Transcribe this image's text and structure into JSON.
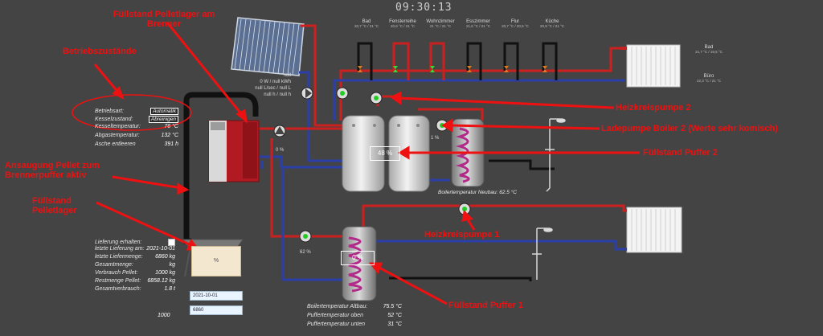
{
  "clock": "09:30:13",
  "rooms": [
    {
      "name": "Bad",
      "temp": "20,7 °C / 21 °C"
    },
    {
      "name": "Fensterreihe",
      "temp": "20,6 °C / 21 °C"
    },
    {
      "name": "Wohnzimmer",
      "temp": "21 °C / 21 °C"
    },
    {
      "name": "Esszimmer",
      "temp": "21,6 °C / 21 °C"
    },
    {
      "name": "Flur",
      "temp": "20,7 °C / 20,5 °C"
    },
    {
      "name": "Küche",
      "temp": "20,9 °C / 21 °C"
    }
  ],
  "right_rooms": [
    {
      "name": "Bad",
      "temp": "21,7 °C / 19,5 °C"
    },
    {
      "name": "Büro",
      "temp": "22,3 °C / 21 °C"
    }
  ],
  "solar": {
    "line1": "null",
    "line2": "0 W / null kWh",
    "line3": "null L/sec / null L",
    "line4": "null h / null h"
  },
  "status": {
    "betriebsart_label": "Betriebsart:",
    "betriebsart_value": "Automatik",
    "kesselzustand_label": "Kesselzustand:",
    "kesselzustand_value": "Abreinigen",
    "kesseltemp_label": "Kesseltemperatur:",
    "kesseltemp_value": "76 °C",
    "abgastemp_label": "Abgastemperatur:",
    "abgastemp_value": "132 °C",
    "asche_label": "Asche entleeren",
    "asche_value": "391 h"
  },
  "pump_pct": {
    "p1": "0 %",
    "p2": "1 %",
    "p3": "62 %"
  },
  "puffer2_level": "48 %",
  "puffer1_level": "0 %",
  "boiler_neubau": "Boilertemperatur Neubau: 62.5 °C",
  "pellet_level": "%",
  "delivery": {
    "rows": [
      {
        "label": "Lieferung erhalten:",
        "value": ""
      },
      {
        "label": "letzte Lieferung am:",
        "value": "2021-10-01"
      },
      {
        "label": "letzte Liefermenge:",
        "value": "6860 kg"
      },
      {
        "label": "Gesamtmenge:",
        "value": "kg"
      },
      {
        "label": "Verbrauch Pellet:",
        "value": "1000 kg"
      },
      {
        "label": "Restmenge Pellet:",
        "value": "6858.12 kg"
      },
      {
        "label": "Gesamtverbrauch:",
        "value": "1.8 t"
      }
    ],
    "date_input": "2021-10-01",
    "amount_input": "6860",
    "total": "1000"
  },
  "altbau": {
    "rows": [
      {
        "label": "Boilertemperatur Altbau:",
        "value": "75.5 °C"
      },
      {
        "label": "Puffertemperatur oben",
        "value": "52 °C"
      },
      {
        "label": "Puffertemperatur unten",
        "value": "31 °C"
      }
    ]
  },
  "annotations": {
    "fuellstand_brenner": "Füllstand Pelletlager am Brenner",
    "betriebszustaende": "Betriebszustände",
    "ansaugung": "Ansaugung Pellet zum Brennerpuffer aktiv",
    "fuellstand_lager": "Füllstand Pelletlager",
    "heizkreispumpe2": "Heizkreispumpe 2",
    "ladepumpe": "Ladepumpe Boiler 2 (Werte sehr komisch)",
    "fuellstand_puffer2": "Füllstand Puffer 2",
    "heizkreispumpe1": "Heizkreispumpe 1",
    "fuellstand_puffer1": "Füllstand Puffer 1"
  },
  "colors": {
    "hot": "#cc1f1f",
    "cold": "#2b3fa8",
    "annotation": "#ee1111",
    "background": "#444444"
  }
}
